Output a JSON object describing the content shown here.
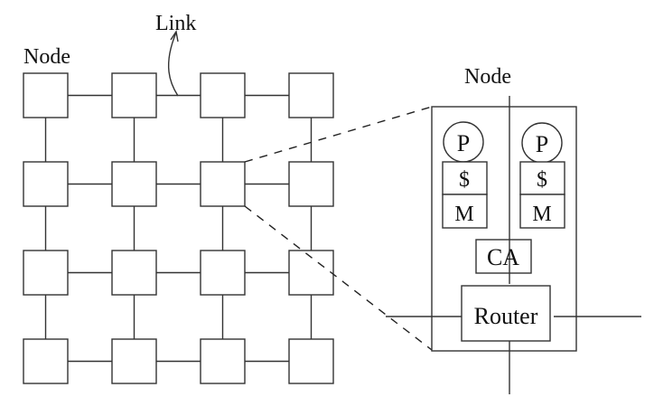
{
  "diagram": {
    "title": "2D mesh network with node detail",
    "mesh": {
      "rows": 4,
      "cols": 4,
      "node_label": "Node",
      "link_label": "Link",
      "zoomed_node": {
        "row": 1,
        "col": 2
      }
    },
    "detail": {
      "node_label": "Node",
      "processors": [
        {
          "processor": "P",
          "cache": "$",
          "memory": "M"
        },
        {
          "processor": "P",
          "cache": "$",
          "memory": "M"
        }
      ],
      "communication_assist": "CA",
      "router": "Router"
    }
  }
}
